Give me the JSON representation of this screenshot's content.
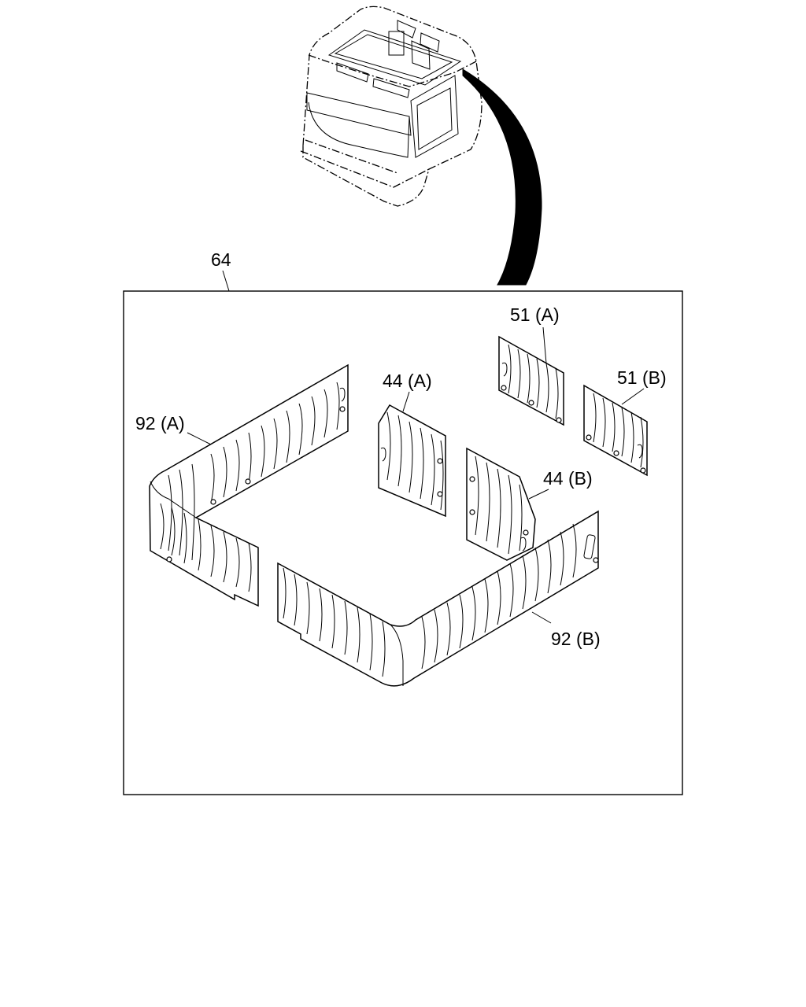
{
  "labels": {
    "assembly": "64",
    "panel_92a": "92 (A)",
    "panel_92b": "92 (B)",
    "panel_44a": "44 (A)",
    "panel_44b": "44 (B)",
    "panel_51a": "51 (A)",
    "panel_51b": "51 (B)"
  }
}
